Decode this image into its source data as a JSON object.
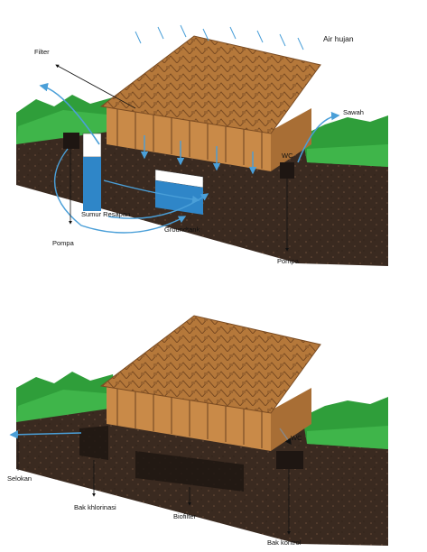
{
  "top_scene": {
    "labels": {
      "rain": "Air hujan",
      "filter": "Filter",
      "field": "Sawah",
      "toilet": "WC",
      "infiltration_well": "Sumur Resapan",
      "groundtank": "Groundtank",
      "pump_left": "Pompa",
      "pump_right": "Pompa"
    }
  },
  "bottom_scene": {
    "labels": {
      "toilet": "WC",
      "ditch": "Selokan",
      "chlorination_tank": "Bak khlorinasi",
      "biofilter": "Biofilter",
      "control_tank": "Bak kontrol"
    }
  },
  "colors": {
    "soil": "#3a2a20",
    "grass": "#2f9e3a",
    "roof": "#b5783a",
    "water": "#2f86c8",
    "arrow": "#4a9fd8",
    "tank_dark": "#1e1612"
  }
}
